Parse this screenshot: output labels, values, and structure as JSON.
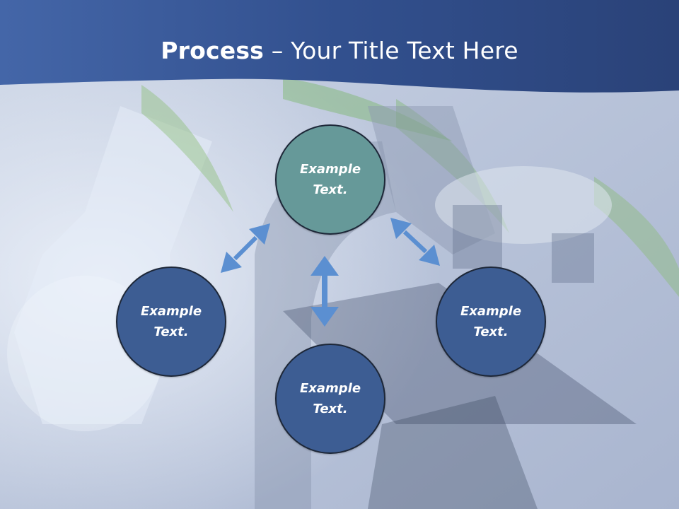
{
  "slide": {
    "title_bold": "Process",
    "title_rest": " – Your Title Text Here"
  },
  "colors": {
    "header_dark": "#2b4478",
    "header_light": "#4a6aa8",
    "node_teal": "#669999",
    "node_blue": "#3d5d93",
    "arrow": "#5b8fd1"
  },
  "nodes": [
    {
      "id": "top",
      "label": "Example Text.",
      "color": "teal"
    },
    {
      "id": "left",
      "label": "Example Text.",
      "color": "blue"
    },
    {
      "id": "right",
      "label": "Example Text.",
      "color": "blue"
    },
    {
      "id": "bottom",
      "label": "Example Text.",
      "color": "blue"
    }
  ]
}
